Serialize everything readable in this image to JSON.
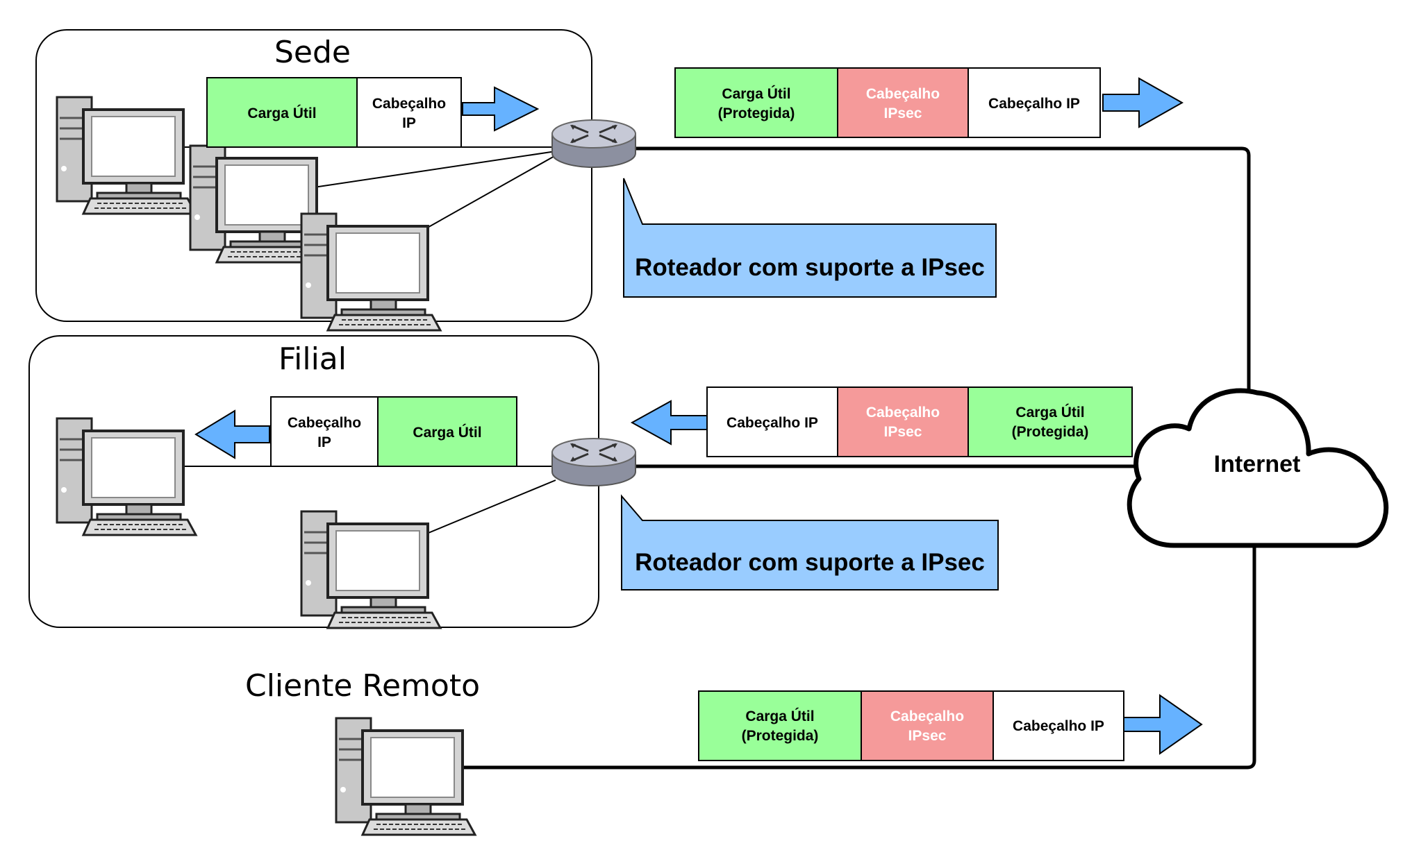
{
  "colors": {
    "payload": "#99ff99",
    "ipsec": "#f59a9a",
    "ip": "#ffffff",
    "arrow": "#66b2ff",
    "callout": "#99ccff"
  },
  "sites": {
    "sede": "Sede",
    "filial": "Filial",
    "remote": "Cliente Remoto"
  },
  "internet": "Internet",
  "callouts": {
    "sede_router": "Roteador com suporte a IPsec",
    "filial_router": "Roteador com suporte a IPsec"
  },
  "packets": {
    "sede_lan": {
      "payload": [
        "Carga Útil"
      ],
      "ip": [
        "Cabeçalho",
        "IP"
      ]
    },
    "sede_wan": {
      "payload": [
        "Carga Útil",
        "(Protegida)"
      ],
      "ipsec": [
        "Cabeçalho",
        "IPsec"
      ],
      "ip": [
        "Cabeçalho IP"
      ]
    },
    "filial_wan": {
      "ip": [
        "Cabeçalho IP"
      ],
      "ipsec": [
        "Cabeçalho",
        "IPsec"
      ],
      "payload": [
        "Carga Útil",
        "(Protegida)"
      ]
    },
    "filial_lan": {
      "ip": [
        "Cabeçalho",
        "IP"
      ],
      "payload": [
        "Carga Útil"
      ]
    },
    "remote_wan": {
      "payload": [
        "Carga Útil",
        "(Protegida)"
      ],
      "ipsec": [
        "Cabeçalho",
        "IPsec"
      ],
      "ip": [
        "Cabeçalho IP"
      ]
    }
  }
}
